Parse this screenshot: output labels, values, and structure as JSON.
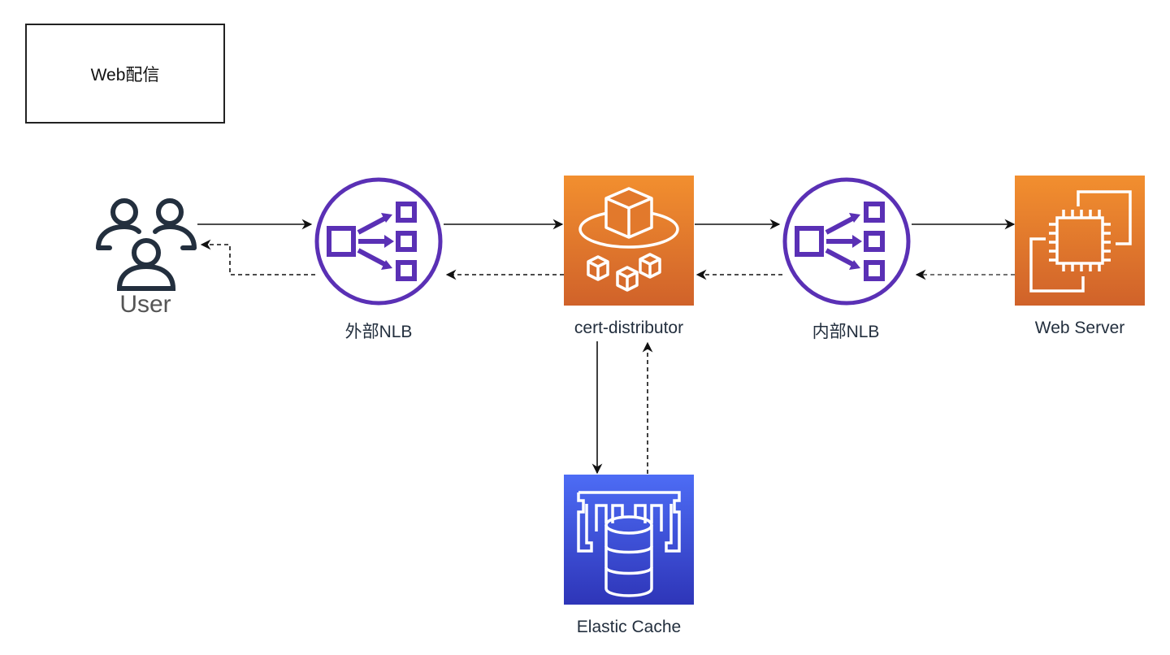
{
  "title_box": {
    "label": "Web配信"
  },
  "nodes": {
    "user": {
      "label": "User",
      "icon": "users-icon",
      "color": "#232f3e"
    },
    "external_nlb": {
      "label": "外部NLB",
      "icon": "network-load-balancer-icon",
      "color": "#5a30b5"
    },
    "cert_distributor": {
      "label": "cert-distributor",
      "icon": "container-service-icon",
      "color": "#e0772c"
    },
    "internal_nlb": {
      "label": "内部NLB",
      "icon": "network-load-balancer-icon",
      "color": "#5a30b5"
    },
    "web_server": {
      "label": "Web Server",
      "icon": "ec2-instances-icon",
      "color": "#e0772c"
    },
    "elastic_cache": {
      "label": "Elastic Cache",
      "icon": "elasticache-icon",
      "color": "#3b48cc"
    }
  },
  "edges": [
    {
      "from": "user",
      "to": "external_nlb",
      "style": "solid"
    },
    {
      "from": "external_nlb",
      "to": "user",
      "style": "dashed"
    },
    {
      "from": "external_nlb",
      "to": "cert_distributor",
      "style": "solid"
    },
    {
      "from": "cert_distributor",
      "to": "external_nlb",
      "style": "dashed"
    },
    {
      "from": "cert_distributor",
      "to": "internal_nlb",
      "style": "solid"
    },
    {
      "from": "internal_nlb",
      "to": "cert_distributor",
      "style": "dashed"
    },
    {
      "from": "internal_nlb",
      "to": "web_server",
      "style": "solid"
    },
    {
      "from": "web_server",
      "to": "internal_nlb",
      "style": "dashed"
    },
    {
      "from": "cert_distributor",
      "to": "elastic_cache",
      "style": "solid"
    },
    {
      "from": "elastic_cache",
      "to": "cert_distributor",
      "style": "dashed"
    }
  ]
}
